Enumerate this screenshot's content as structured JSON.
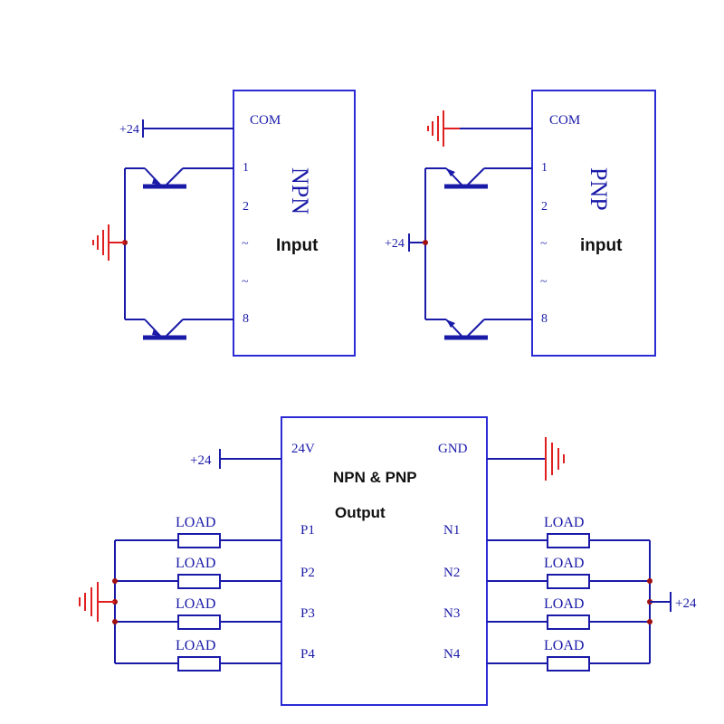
{
  "colors": {
    "wire": "#1a1aa8",
    "ground": "#e02020",
    "text_blue": "#1a1aa8",
    "text_dark": "#111111"
  },
  "npn_input": {
    "com": "COM",
    "pins": [
      "1",
      "2",
      "~",
      "~",
      "8"
    ],
    "vertical_label": "NPN",
    "title": "Input",
    "supply": "+24"
  },
  "pnp_input": {
    "com": "COM",
    "pins": [
      "1",
      "2",
      "~",
      "~",
      "8"
    ],
    "vertical_label": "PNP",
    "title": "input",
    "supply": "+24"
  },
  "output": {
    "left_top": "24V",
    "right_top": "GND",
    "title_line1": "NPN & PNP",
    "title_line2": "Output",
    "p_pins": [
      "P1",
      "P2",
      "P3",
      "P4"
    ],
    "n_pins": [
      "N1",
      "N2",
      "N3",
      "N4"
    ],
    "load_label": "LOAD",
    "supply_left": "+24",
    "supply_right": "+24"
  }
}
